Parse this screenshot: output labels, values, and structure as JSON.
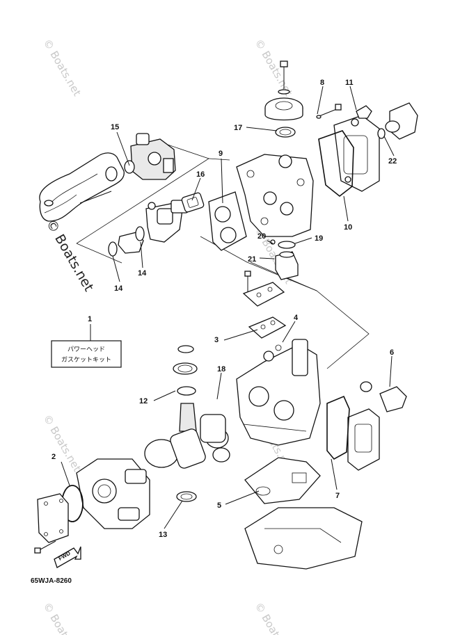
{
  "watermark": "© Boats.net",
  "diagram_code": "65WJA-8260",
  "kit_label": {
    "line1": "パワーヘッド",
    "line2": "ガスケットキット"
  },
  "fwd_label": "FWD",
  "callouts": [
    "1",
    "2",
    "3",
    "4",
    "5",
    "6",
    "7",
    "8",
    "9",
    "10",
    "11",
    "12",
    "13",
    "14",
    "14",
    "15",
    "16",
    "17",
    "18",
    "19",
    "20",
    "21",
    "22"
  ]
}
